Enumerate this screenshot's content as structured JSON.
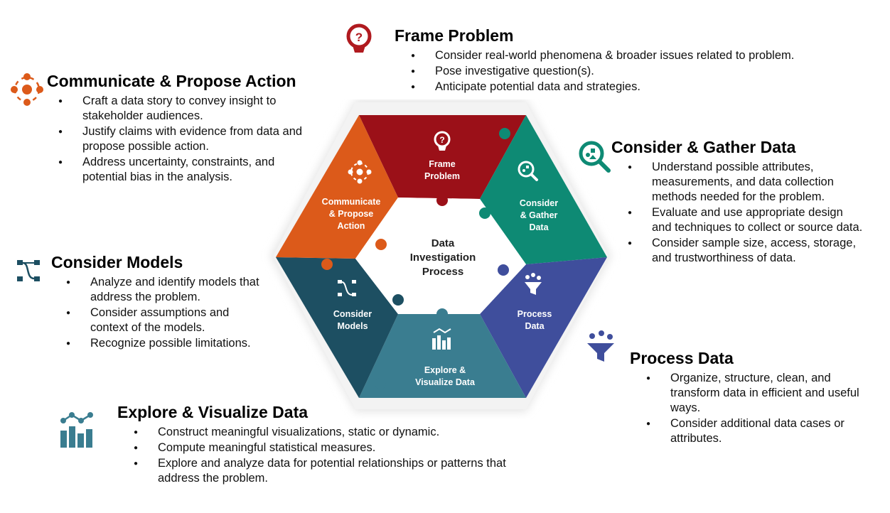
{
  "colors": {
    "frame": "#9b1018",
    "gather": "#0e8a74",
    "process": "#3f4e9c",
    "explore": "#3a7d90",
    "models": "#1d4f62",
    "communicate": "#dc5a1a"
  },
  "center": {
    "line1": "Data",
    "line2": "Investigation",
    "line3": "Process"
  },
  "segments": {
    "frame": {
      "line1": "Frame",
      "line2": "Problem"
    },
    "gather": {
      "line1": "Consider",
      "line2": "& Gather",
      "line3": "Data"
    },
    "process": {
      "line1": "Process",
      "line2": "Data"
    },
    "explore": {
      "line1": "Explore &",
      "line2": "Visualize Data"
    },
    "models": {
      "line1": "Consider",
      "line2": "Models"
    },
    "communicate": {
      "line1": "Communicate",
      "line2": "& Propose",
      "line3": "Action"
    }
  },
  "sections": {
    "frame": {
      "title": "Frame Problem",
      "bullets": [
        "Consider real-world phenomena & broader issues related to problem.",
        "Pose investigative question(s).",
        "Anticipate potential data and strategies."
      ]
    },
    "communicate": {
      "title": "Communicate & Propose Action",
      "bullets": [
        "Craft a data story to convey insight to stakeholder audiences.",
        "Justify claims with evidence from data and propose possible action.",
        "Address uncertainty, constraints, and potential bias in the analysis."
      ]
    },
    "gather": {
      "title": "Consider & Gather Data",
      "bullets": [
        "Understand possible attributes, measurements, and data collection methods needed for the problem.",
        "Evaluate and use appropriate design and techniques to collect or source data.",
        "Consider sample size, access, storage, and trustworthiness of data."
      ]
    },
    "models": {
      "title": "Consider Models",
      "bullets": [
        "Analyze and identify models that address the problem.",
        "Consider assumptions and context of the models.",
        "Recognize possible limitations."
      ]
    },
    "process": {
      "title": "Process Data",
      "bullets": [
        "Organize, structure, clean, and transform data in efficient and useful ways.",
        "Consider additional data cases or attributes."
      ]
    },
    "explore": {
      "title": "Explore & Visualize Data",
      "bullets": [
        "Construct meaningful visualizations, static or dynamic.",
        "Compute meaningful statistical measures.",
        "Explore and analyze data for potential relationships or patterns that address the problem."
      ]
    }
  }
}
